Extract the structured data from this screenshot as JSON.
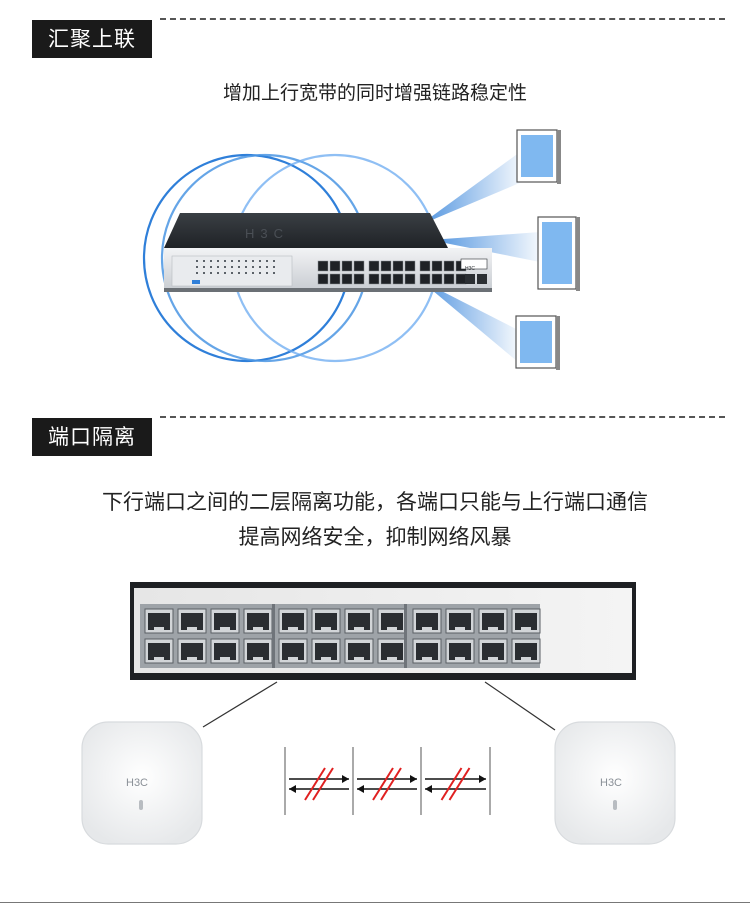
{
  "section1": {
    "tag": "汇聚上联",
    "subtitle": "增加上行宽带的同时增强链路稳定性"
  },
  "section2": {
    "tag": "端口隔离",
    "subtitle_line1": "下行端口之间的二层隔离功能，各端口只能与上行端口通信",
    "subtitle_line2": "提高网络安全，抑制网络风暴"
  },
  "switch": {
    "brand": "H3C",
    "port_count": 24
  },
  "access_points": {
    "left_label": "H3C",
    "right_label": "H3C"
  },
  "colors": {
    "tag_bg": "#1a1a1a",
    "signal_blue": "#2f7fd9",
    "isolation_red": "#e02020",
    "switch_body": "#2b2f33"
  }
}
